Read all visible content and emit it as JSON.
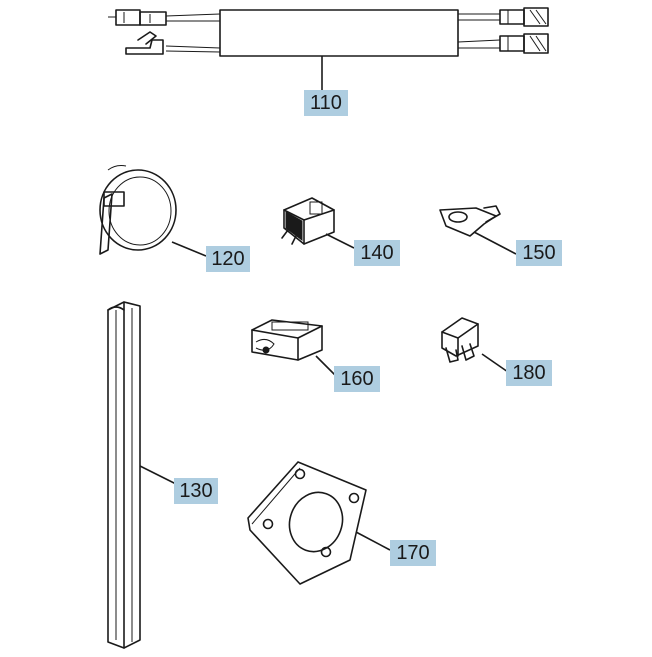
{
  "callouts": [
    {
      "id": "110",
      "label": "110"
    },
    {
      "id": "120",
      "label": "120"
    },
    {
      "id": "130",
      "label": "130"
    },
    {
      "id": "140",
      "label": "140"
    },
    {
      "id": "150",
      "label": "150"
    },
    {
      "id": "160",
      "label": "160"
    },
    {
      "id": "170",
      "label": "170"
    },
    {
      "id": "180",
      "label": "180"
    }
  ],
  "colors": {
    "callout_fill": "#aecde0",
    "line": "#1a1a1a",
    "background": "#ffffff"
  }
}
